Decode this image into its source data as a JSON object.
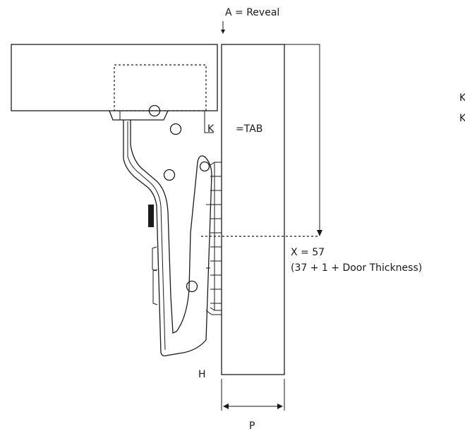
{
  "labels": {
    "reveal": "A = Reveal",
    "tab": "=TAB",
    "k": "K",
    "h": "H",
    "x_value": "X = 57",
    "x_formula": "(37 + 1 + Door Thickness)",
    "p": "P",
    "right_k1": "K",
    "right_k2": "K"
  }
}
